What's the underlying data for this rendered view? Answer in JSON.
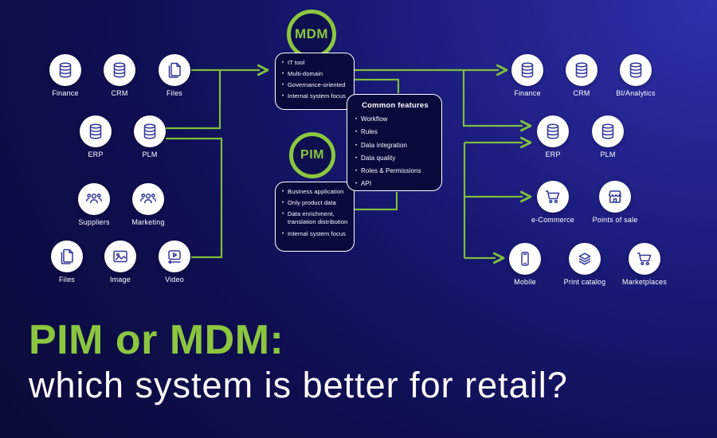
{
  "headline": {
    "line1": "PIM or MDM:",
    "line2": "which system is better for retail?"
  },
  "colors": {
    "accent_green": "#8cc63f",
    "line_green": "#7dbe3c",
    "background_navy": "#0f0f52",
    "background_bright_blue": "#3030ac",
    "box_navy": "#090a3c",
    "icon_stroke_navy": "#33389a",
    "text_white": "#ffffff"
  },
  "mdm": {
    "badge": "MDM",
    "items": [
      "IT tool",
      "Multi-domain",
      "Governance-oriented",
      "Internal system focus"
    ]
  },
  "pim": {
    "badge": "PIM",
    "items": [
      "Business application",
      "Only product data",
      "Data enrichment, translation distribution",
      "Internal system focus"
    ]
  },
  "common_features": {
    "title": "Common features",
    "items": [
      "Workflow",
      "Rules",
      "Data integration",
      "Data quality",
      "Roles & Permissions",
      "API"
    ]
  },
  "sources": [
    {
      "label": "Finance",
      "icon": "database-icon"
    },
    {
      "label": "CRM",
      "icon": "database-icon"
    },
    {
      "label": "Files",
      "icon": "files-icon"
    },
    {
      "label": "ERP",
      "icon": "database-icon"
    },
    {
      "label": "PLM",
      "icon": "database-icon"
    },
    {
      "label": "Suppliers",
      "icon": "people-icon"
    },
    {
      "label": "Marketing",
      "icon": "people-icon"
    },
    {
      "label": "Files",
      "icon": "files-icon"
    },
    {
      "label": "Image",
      "icon": "image-icon"
    },
    {
      "label": "Video",
      "icon": "video-icon"
    }
  ],
  "outputs": [
    {
      "label": "Finance",
      "icon": "database-icon"
    },
    {
      "label": "CRM",
      "icon": "database-icon"
    },
    {
      "label": "BI/Analytics",
      "icon": "database-icon"
    },
    {
      "label": "ERP",
      "icon": "database-icon"
    },
    {
      "label": "PLM",
      "icon": "database-icon"
    },
    {
      "label": "e-Commerce",
      "icon": "cart-icon"
    },
    {
      "label": "Points of sale",
      "icon": "store-icon"
    },
    {
      "label": "Mobile",
      "icon": "mobile-icon"
    },
    {
      "label": "Print catalog",
      "icon": "layers-icon"
    },
    {
      "label": "Marketplaces",
      "icon": "cart-icon"
    }
  ]
}
